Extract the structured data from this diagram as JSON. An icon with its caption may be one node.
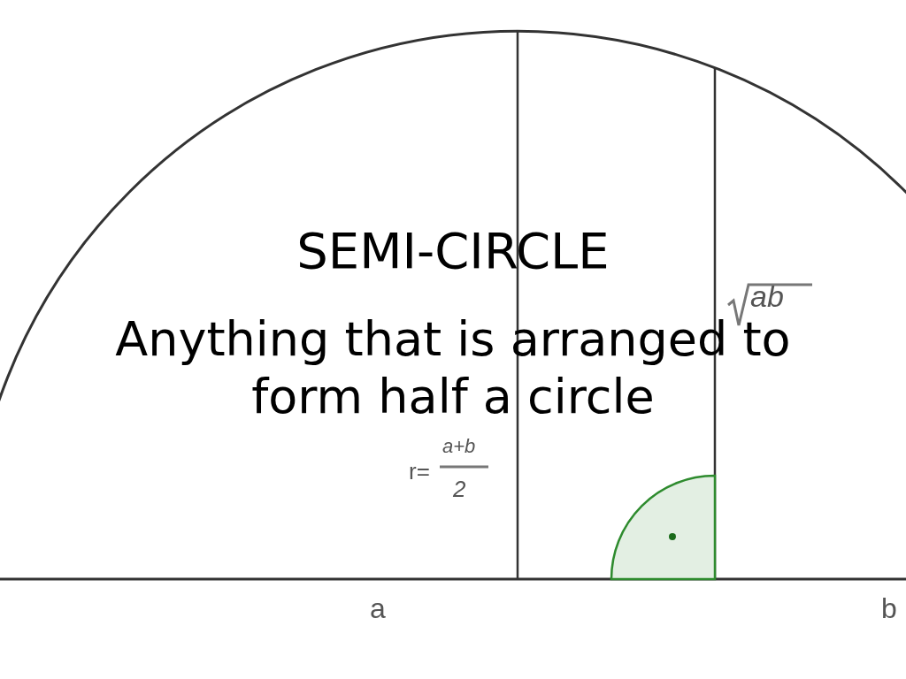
{
  "diagram": {
    "title": "SEMI-CIRCLE",
    "caption": "Anything that is arranged to form half a circle",
    "labels": [
      "r=",
      "a+b",
      "2",
      "ab",
      "a",
      "b"
    ]
  }
}
